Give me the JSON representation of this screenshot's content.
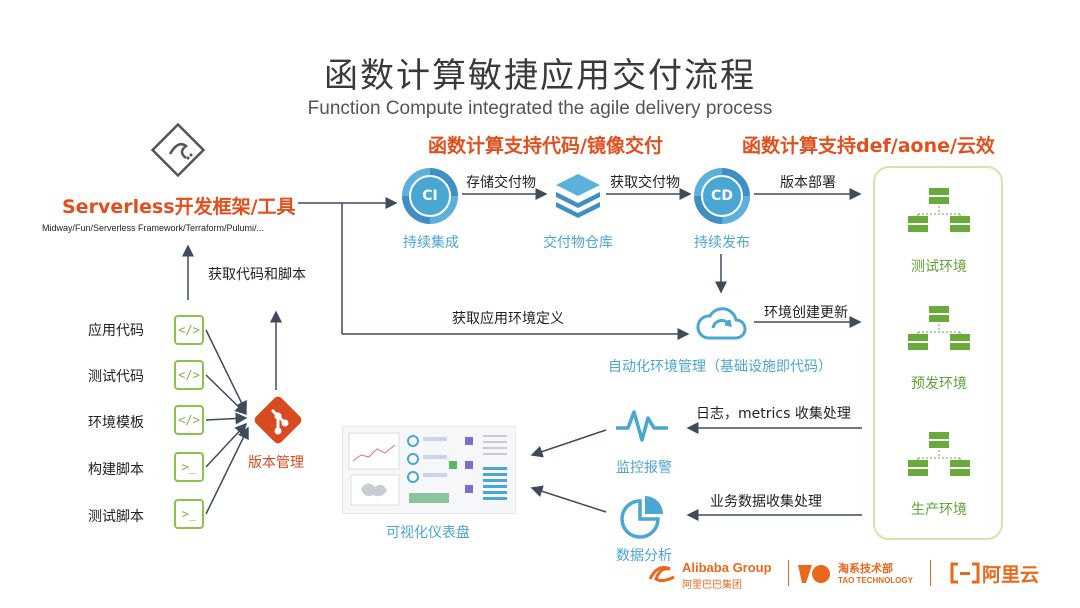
{
  "header": {
    "title": "函数计算敏捷应用交付流程",
    "subtitle": "Function Compute integrated the agile delivery process"
  },
  "sections": {
    "code_image": "函数计算支持代码/镜像交付",
    "cloud": "函数计算支持def/aone/云效"
  },
  "framework": {
    "title": "Serverless开发框架/工具",
    "list": "Midway/Fun/Serverless Framework/Terraform/Pulumi/..."
  },
  "sources": {
    "items": [
      {
        "label": "应用代码",
        "icon": "</>"
      },
      {
        "label": "测试代码",
        "icon": "</>"
      },
      {
        "label": "环境模板",
        "icon": "</>"
      },
      {
        "label": "构建脚本",
        "icon": ">_"
      },
      {
        "label": "测试脚本",
        "icon": ">_"
      }
    ]
  },
  "vcs": {
    "label": "版本管理"
  },
  "arrows": {
    "fetch_code": "获取代码和脚本",
    "store": "存储交付物",
    "fetch_artifact": "获取交付物",
    "deploy": "版本部署",
    "fetch_env": "获取应用环境定义",
    "env_update": "环境创建更新",
    "logs": "日志，metrics 收集处理",
    "biz": "业务数据收集处理"
  },
  "nodes": {
    "ci": {
      "icon": "CI",
      "label": "持续集成"
    },
    "repo": {
      "label": "交付物仓库"
    },
    "cd": {
      "icon": "CD",
      "label": "持续发布"
    },
    "auto_env": {
      "label": "自动化环境管理（基础设施即代码）"
    },
    "monitor": {
      "label": "监控报警"
    },
    "analytics": {
      "label": "数据分析"
    },
    "dashboard": {
      "label": "可视化仪表盘"
    }
  },
  "environments": [
    {
      "label": "测试环境"
    },
    {
      "label": "预发环境"
    },
    {
      "label": "生产环境"
    }
  ],
  "logos": {
    "alibaba": "Alibaba Group",
    "alibaba_cn": "阿里巴巴集团",
    "tao_cn": "淘系技术部",
    "tao_en": "TAO TECHNOLOGY",
    "aliyun": "阿里云"
  },
  "colors": {
    "accent_orange": "#e0501f",
    "blue": "#4aa6d3",
    "green": "#6aaa3a"
  }
}
